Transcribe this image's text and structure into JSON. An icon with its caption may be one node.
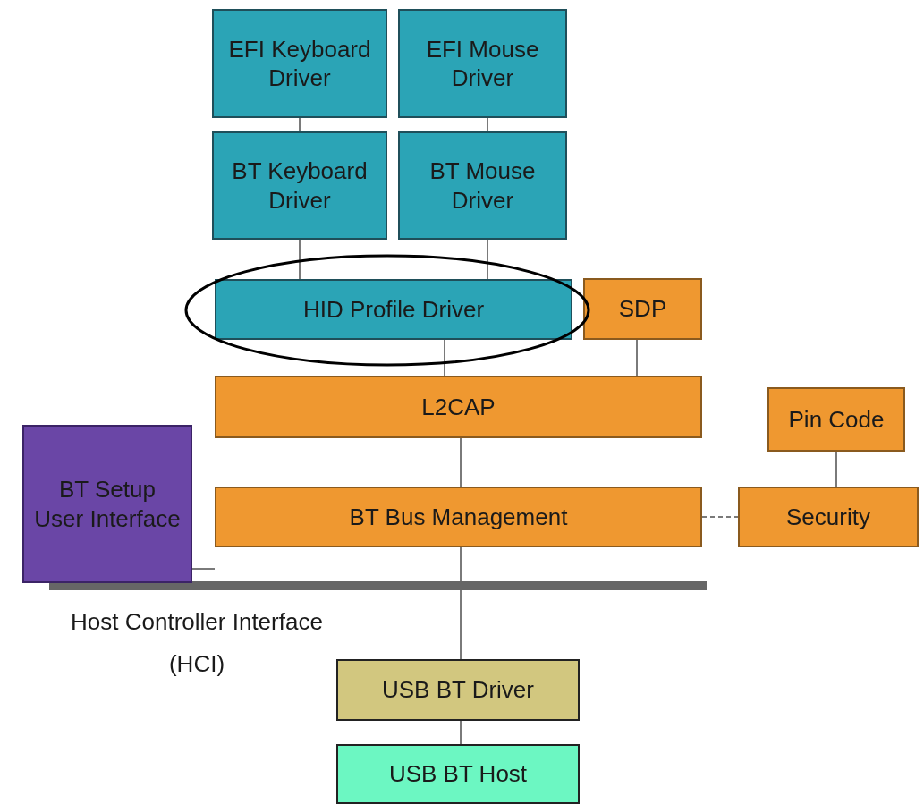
{
  "diagram": {
    "nodes": [
      {
        "text": [
          "EFI Keyboard Driver"
        ]
      },
      {
        "text": [
          "EFI Mouse Driver"
        ]
      },
      {
        "text": [
          "BT Keyboard Driver"
        ]
      },
      {
        "text": [
          "BT Mouse Driver"
        ]
      },
      {
        "text": [
          "HID Profile Driver"
        ]
      },
      {
        "text": [
          "SDP"
        ]
      },
      {
        "text": [
          "L2CAP"
        ]
      },
      {
        "text": [
          "Pin Code"
        ]
      },
      {
        "text": [
          "BT Setup User Interface"
        ]
      },
      {
        "text": [
          "BT Bus Management"
        ]
      },
      {
        "text": [
          "Security"
        ]
      },
      {
        "text": [
          "USB BT Driver"
        ]
      },
      {
        "text": [
          "USB BT Host"
        ]
      }
    ],
    "edges": [
      {
        "from": 0,
        "to": 2,
        "arrow": "none"
      },
      {
        "from": 1,
        "to": 3,
        "arrow": "none"
      },
      {
        "from": 2,
        "to": 4,
        "arrow": "none"
      },
      {
        "from": 3,
        "to": 4,
        "arrow": "none"
      },
      {
        "from": 4,
        "to": 6,
        "arrow": "none"
      },
      {
        "from": 5,
        "to": 6,
        "arrow": "none"
      },
      {
        "from": 6,
        "to": 9,
        "arrow": "none"
      },
      {
        "from": 8,
        "to": 9,
        "arrow": "none"
      },
      {
        "from": 9,
        "to": 10,
        "arrow": "none",
        "style": "dashed"
      },
      {
        "from": 7,
        "to": 10,
        "arrow": "none"
      },
      {
        "from": 9,
        "to": 11,
        "arrow": "none"
      },
      {
        "from": 11,
        "to": 12,
        "arrow": "none"
      }
    ],
    "labels": [
      "Host Controller Interface (HCI)"
    ]
  }
}
